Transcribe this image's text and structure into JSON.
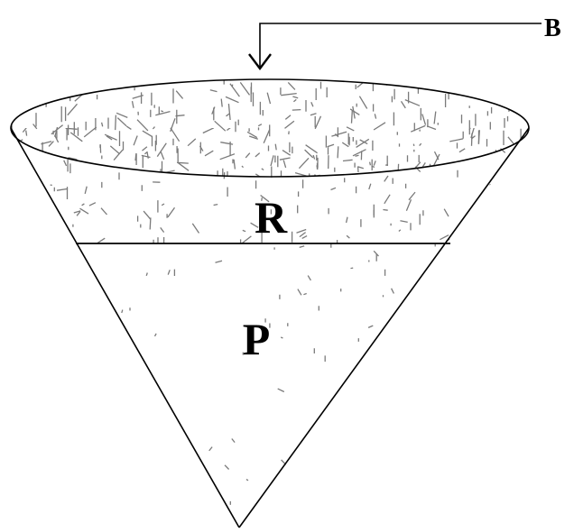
{
  "labels": {
    "pointer": "B",
    "upper_region": "R",
    "lower_region": "P"
  },
  "colors": {
    "ink": "#000000",
    "background": "#ffffff",
    "speckle": "#7a7a7a"
  }
}
